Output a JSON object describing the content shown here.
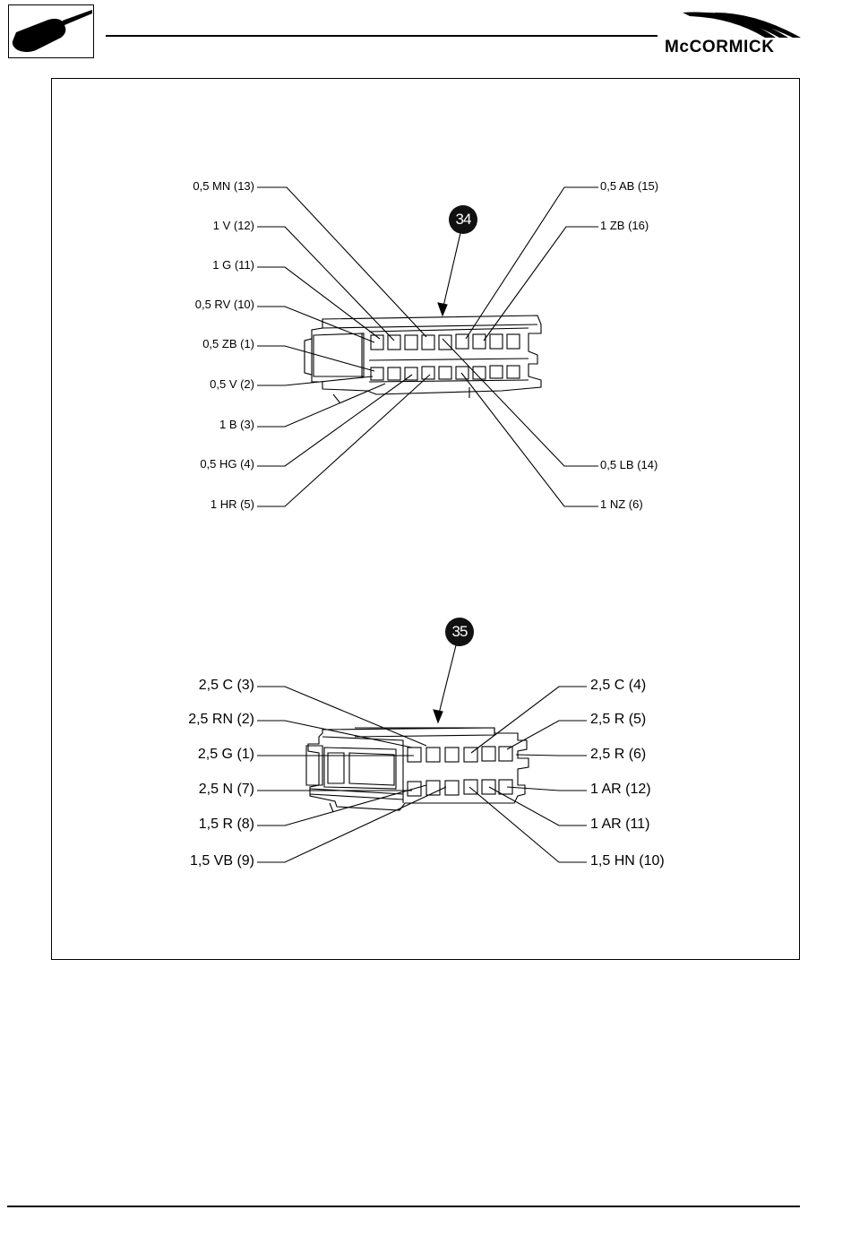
{
  "header": {
    "brand": "McCORMICK",
    "icon": "hand-pointing-icon"
  },
  "connector_34": {
    "badge": "34",
    "labels": {
      "mn13": "0,5 MN (13)",
      "v12": "1 V (12)",
      "g11": "1 G (11)",
      "rv10": "0,5 RV (10)",
      "zb1": "0,5 ZB (1)",
      "v2": "0,5 V (2)",
      "b3": "1 B (3)",
      "hg4": "0,5 HG (4)",
      "hr5": "1 HR (5)",
      "ab15": "0,5 AB (15)",
      "zb16": "1 ZB (16)",
      "lb14": "0,5 LB (14)",
      "nz6": "1 NZ (6)"
    }
  },
  "connector_35": {
    "badge": "35",
    "labels": {
      "c3": "2,5 C (3)",
      "rn2": "2,5 RN (2)",
      "g1": "2,5 G (1)",
      "n7": "2,5 N (7)",
      "r8": "1,5 R (8)",
      "vb9": "1,5 VB (9)",
      "c4": "2,5 C (4)",
      "r5": "2,5 R (5)",
      "r6": "2,5 R (6)",
      "ar12": "1 AR (12)",
      "ar11": "1 AR (11)",
      "hn10": "1,5 HN (10)"
    }
  }
}
